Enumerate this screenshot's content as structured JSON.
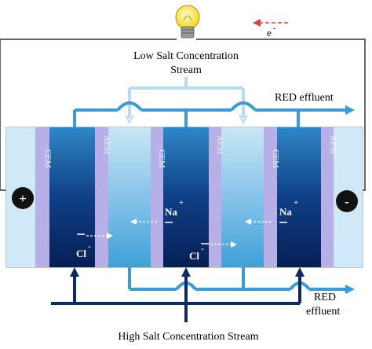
{
  "labels": {
    "low_salt_line1": "Low Salt Concentration",
    "low_salt_line2": "Stream",
    "red_effluent_top": "RED effluent",
    "red_effluent_bottom_line1": "RED",
    "red_effluent_bottom_line2": "effluent",
    "high_salt": "High Salt Concentration Stream",
    "electron": "e",
    "electron_sup": "-",
    "anode_sign": "+",
    "cathode_sign": "-"
  },
  "membranes": [
    "CEM",
    "AEM",
    "CEM",
    "AEM",
    "CEM",
    "AEM"
  ],
  "ions": {
    "cl": "Cl",
    "cl_charge": "-",
    "na": "Na",
    "na_charge": "+"
  },
  "icons": {
    "lamp": "light-bulb-icon",
    "electron_arrow": "dashed-arrow-left-icon"
  },
  "colors": {
    "low_salt_stream": "#b9dcf2",
    "high_salt_stream": "#0b2a66",
    "effluent_stream": "#3b9bd6",
    "membrane": "#b7b0e8",
    "end_compartment": "#cfe9f8",
    "electron_arrow": "#e23b3b",
    "bulb": "#f8e63a"
  }
}
